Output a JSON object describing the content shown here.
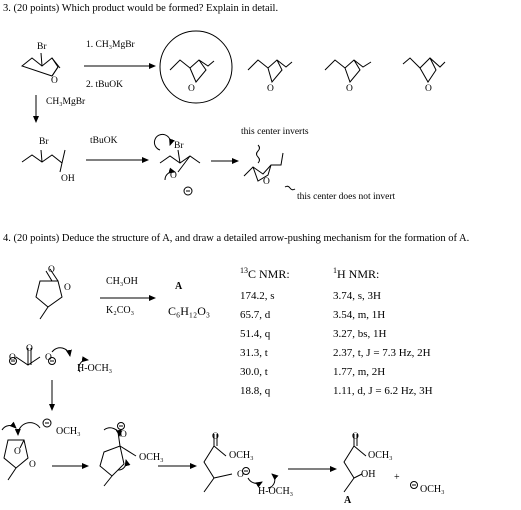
{
  "q3": {
    "header": "3.  (20 points)  Which product would be formed? Explain in detail.",
    "reagent1": "1. CH₃MgBr",
    "reagent2": "2. tBuOK",
    "reagent_down": "CH₃MgBr",
    "reagent_tbuok": "tBuOK",
    "br_label": "Br",
    "o_label": "O",
    "oh_label": "OH",
    "note_inverts": "this center inverts",
    "note_not_invert": "this center does not invert"
  },
  "q4": {
    "header": "4. (20 points) Deduce the structure of A, and draw a detailed arrow-pushing mechanism for the formation of A.",
    "reagent_top": "CH₃OH",
    "reagent_bottom": "K₂CO₃",
    "compound_label": "A",
    "formula": "C₆H₁₂O₃",
    "c13_title": "13C NMR:",
    "h1_title": "1H NMR:",
    "c13": [
      "174.2, s",
      "65.7, d",
      "51.4, q",
      "31.3, t",
      "30.0, t",
      "18.8, q"
    ],
    "h1": [
      "3.74, s, 3H",
      "3.54, m, 1H",
      "3.27, bs, 1H",
      "2.37, t, J = 7.3 Hz, 2H",
      "1.77, m, 2H",
      "1.11, d, J = 6.2 Hz, 3H"
    ],
    "methanol": "H-OCH₃",
    "methoxide": "OCH₃",
    "ester_och3": "OCH₃",
    "oh": "OH",
    "plus": "+",
    "o_label": "O"
  }
}
